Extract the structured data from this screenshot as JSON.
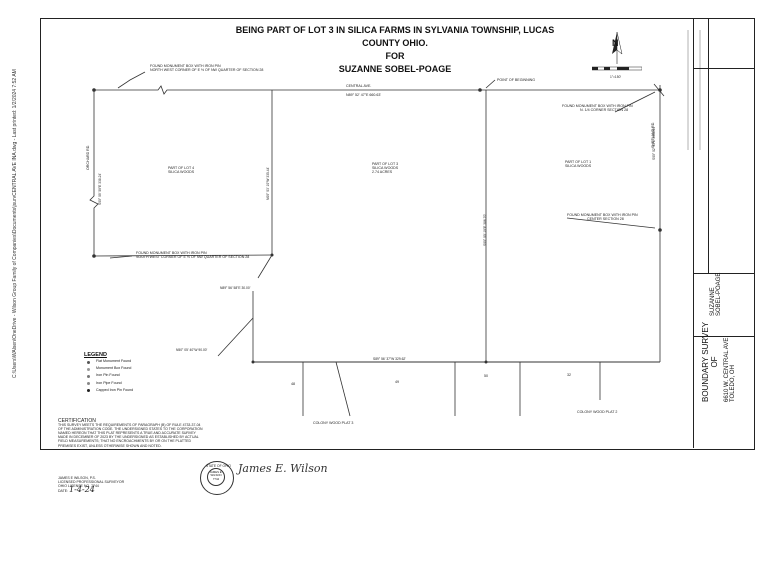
{
  "title": {
    "line1": "BEING PART OF LOT 3 IN SILICA FARMS IN SYLVANIA TOWNSHIP, LUCAS",
    "line2": "COUNTY OHIO.",
    "line3": "FOR",
    "line4": "SUZANNE SOBEL-POAGE"
  },
  "north_arrow": {
    "letter": "N"
  },
  "scale": {
    "label": "1\"=150'"
  },
  "streets": {
    "central_ave": "CENTRAL AVE.",
    "central_bearing": "N89° 52' 47\"E 660.63'",
    "orchard_rd": "ORCHARD RD.",
    "shetland_rd": "SHETLAND RD."
  },
  "labels": {
    "nw_monument": [
      "FOUND MONUMENT BOX WITH IRON PIN",
      "NORTH WEST CORNER OF E ½ OF NW QUARTER OF SECTION 28"
    ],
    "point_beginning": "POINT OF BEGINNING",
    "ne_monument": [
      "FOUND MONUMENT BOX WITH IRON PIN",
      "N. 1/4 CORNER SECTION 28"
    ],
    "sw_monument": [
      "FOUND MONUMENT BOX WITH IRON PIN",
      "SOUTH WEST CORNER OF E ½ OF NW QUARTER OF SECTION 28"
    ],
    "center_monument": [
      "FOUND MONUMENT BOX WITH IRON PIN",
      "CENTER SECTION 28"
    ],
    "lot4": [
      "PART OF LOT 4",
      "SILICA WOODS"
    ],
    "lot3": [
      "PART OF LOT 3",
      "SILICA WOODS",
      "2.74 ACRES"
    ],
    "lot1": [
      "PART OF LOT 1",
      "SILICA WOODS"
    ],
    "bearing_left": "S00° 09' 59\"E 338.24'",
    "bearing_mid": "N00° 03' 10\"W 335.44'",
    "bearing_lot3": "S00° 00' 19\"E 386.70'",
    "bearing_right": "S00° 02' 40\"E 3008.90'",
    "bearing_short": "N89° 56' 58\"E 30.00'",
    "bearing_diag": "N50° 05' 40\"W 90.00'",
    "bearing_south": "S89° 56' 37\"W 329.62'",
    "colony1": "COLONY WOOD PLAT 3",
    "colony2": "COLONY WOOD PLAT 2",
    "lot_numbers": [
      "48",
      "49",
      "50",
      "32"
    ]
  },
  "legend": {
    "heading": "LEGEND",
    "items": [
      {
        "label": "Flat Monument Found",
        "color": "#555555"
      },
      {
        "label": "Monument Box Found",
        "color": "#999999"
      },
      {
        "label": "Iron Pin Found",
        "color": "#777777"
      },
      {
        "label": "Iron Pipe Found",
        "color": "#888888"
      },
      {
        "label": "Capped Iron Pin Found",
        "color": "#222222"
      }
    ]
  },
  "certification": {
    "heading": "CERTIFICATION",
    "lines": [
      "THIS SURVEY MEETS THE REQUIREMENTS OF PARAGRAPH (B) OF RULE 4733-37-04",
      "OF THE ADMINISTRATION CODE. THE UNDERSIGNED STATES TO THE CORPORATION",
      "NAMED HEREON THAT THIS PLAT REPRESENTS A TRUE AND ACCURATE SURVEY",
      "MADE IN DECEMBER OF 2023 BY THE UNDERSIGNED AS ESTABLISHED BY ACTUAL",
      "FIELD MEASUREMENTS; THAT NO ENCROACHMENTS BY OR ON THE PLATTED",
      "PREMISES EXIST, UNLESS OTHERWISE SHOWN AND NOTED."
    ],
    "surveyor": "JAMES E WILSON, P.S.",
    "license": "LICENSED PROFESSIONAL SURVEYOR",
    "license_no": "OHIO LICENSE NO. 7744",
    "date_label": "DATE:",
    "date_value": "1-4-24",
    "signature": "James E. Wilson",
    "seal_lines": [
      "STATE OF OHIO",
      "JAMES E.",
      "WILSON",
      "7744"
    ]
  },
  "title_block": {
    "survey_type": [
      "BOUNDARY SURVEY",
      "OF"
    ],
    "client": [
      "SUZANNE",
      "SOBEL-POAGE"
    ],
    "address": [
      "6610 W. CENTRAL AVE",
      "TOLEDO, OH"
    ]
  },
  "file_path": "C:\\Users\\WAlsen\\OneDrive - Wilson Group Family of Companies\\Documents\\jsurvCENTRAL AVE INA.dwg - Last printed: 1/2/2024 7:52 AM"
}
